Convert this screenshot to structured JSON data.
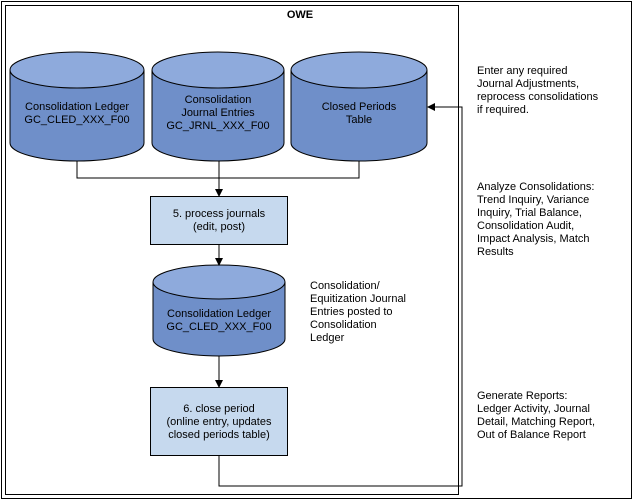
{
  "diagram": {
    "title": "OWE",
    "cylinders": {
      "consolidation_ledger_top": "Consolidation Ledger\nGC_CLED_XXX_F00",
      "consolidation_journal_entries": "Consolidation\nJournal Entries\nGC_JRNL_XXX_F00",
      "closed_periods_table": "Closed Periods\nTable",
      "consolidation_ledger_bottom": "Consolidation Ledger\nGC_CLED_XXX_F00"
    },
    "processes": {
      "process_journals": "5. process journals\n(edit, post)",
      "close_period": "6. close  period\n(online entry, updates\nclosed periods table)"
    },
    "notes": {
      "posted_note": "Consolidation/\nEquitization Journal\nEntries posted to\nConsolidation\nLedger",
      "enter_adjustments": "Enter any required\nJournal Adjustments,\nreprocess consolidations\nif required.",
      "analyze": "Analyze Consolidations:\nTrend Inquiry, Variance\nInquiry, Trial Balance,\nConsolidation Audit,\nImpact Analysis, Match\nResults",
      "reports": "Generate Reports:\nLedger Activity, Journal\nDetail, Matching Report,\nOut of Balance Report"
    },
    "colors": {
      "cylinder_fill": "#6f8fc9",
      "cylinder_top": "#8eaadc",
      "process_fill": "#c6d9ee",
      "stroke": "#000000"
    }
  }
}
